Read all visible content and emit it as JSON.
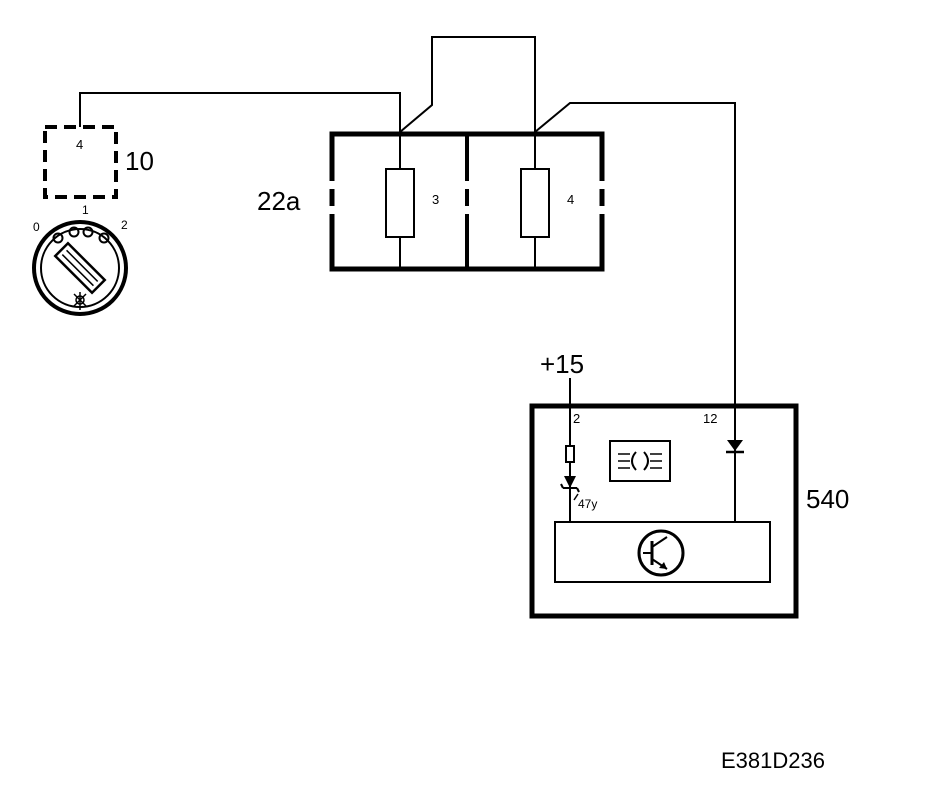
{
  "labels": {
    "switch_ref": "10",
    "switch_pin": "4",
    "switch_pos_0": "0",
    "switch_pos_1": "1",
    "switch_pos_2": "2",
    "fusebox_ref": "22a",
    "fuse_3": "3",
    "fuse_4": "4",
    "supply": "+15",
    "module_ref": "540",
    "module_pin_2": "2",
    "module_pin_12": "12",
    "resistor_value": "47y",
    "figure_code": "E381D236"
  },
  "icons": {
    "light_switch": "rotary-light-switch-icon",
    "lamp_symbol": "headlamp-symbol-icon",
    "transistor": "transistor-icon",
    "diode": "diode-icon",
    "zener": "zener-diode-icon",
    "fuse": "fuse-icon"
  },
  "colors": {
    "ink": "#000000",
    "background": "#ffffff"
  }
}
